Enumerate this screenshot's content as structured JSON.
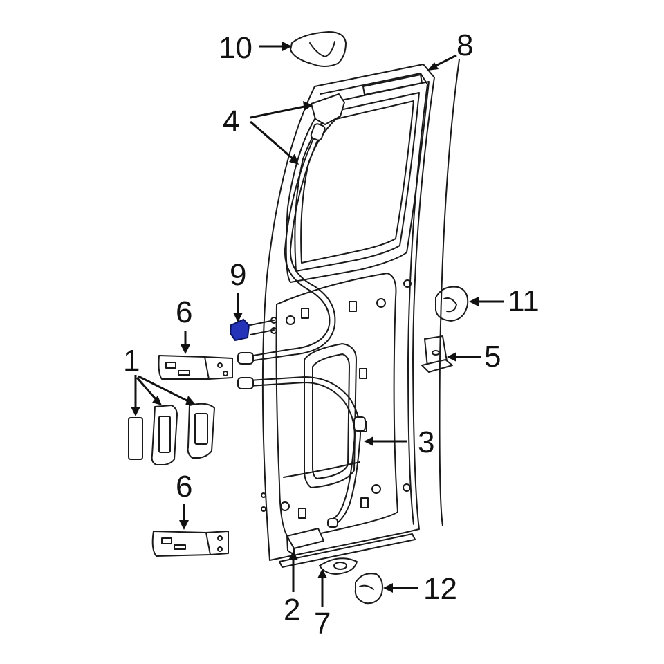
{
  "diagram": {
    "highlight_color": "#2433b8",
    "line_color": "#1a1a1a",
    "callouts": [
      {
        "id": "1",
        "label": "1"
      },
      {
        "id": "2",
        "label": "2"
      },
      {
        "id": "3",
        "label": "3"
      },
      {
        "id": "4",
        "label": "4"
      },
      {
        "id": "5",
        "label": "5"
      },
      {
        "id": "6a",
        "label": "6"
      },
      {
        "id": "6b",
        "label": "6"
      },
      {
        "id": "7",
        "label": "7"
      },
      {
        "id": "8",
        "label": "8"
      },
      {
        "id": "9",
        "label": "9"
      },
      {
        "id": "10",
        "label": "10"
      },
      {
        "id": "11",
        "label": "11"
      },
      {
        "id": "12",
        "label": "12"
      }
    ],
    "highlighted_part": "9"
  }
}
